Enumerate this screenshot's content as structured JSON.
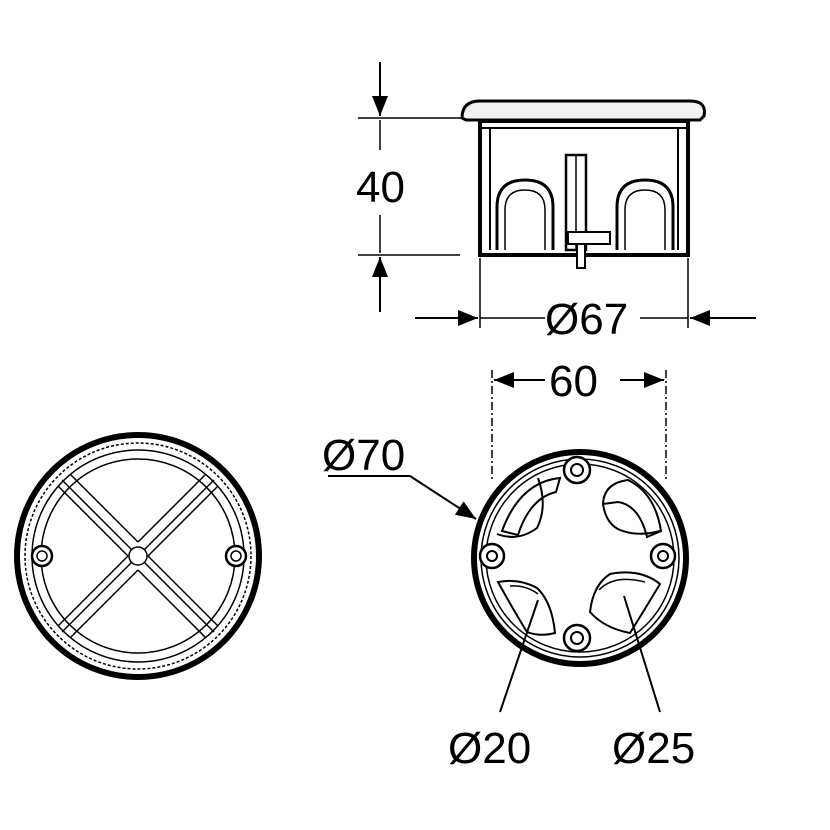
{
  "dimensions": {
    "height": "40",
    "outer_diameter": "Ø67",
    "mount_spacing": "60",
    "flange_diameter": "Ø70",
    "knockout_small": "Ø20",
    "knockout_large": "Ø25"
  },
  "colors": {
    "line": "#000000",
    "background": "#ffffff",
    "lid_fill": "#f2f2f2"
  }
}
